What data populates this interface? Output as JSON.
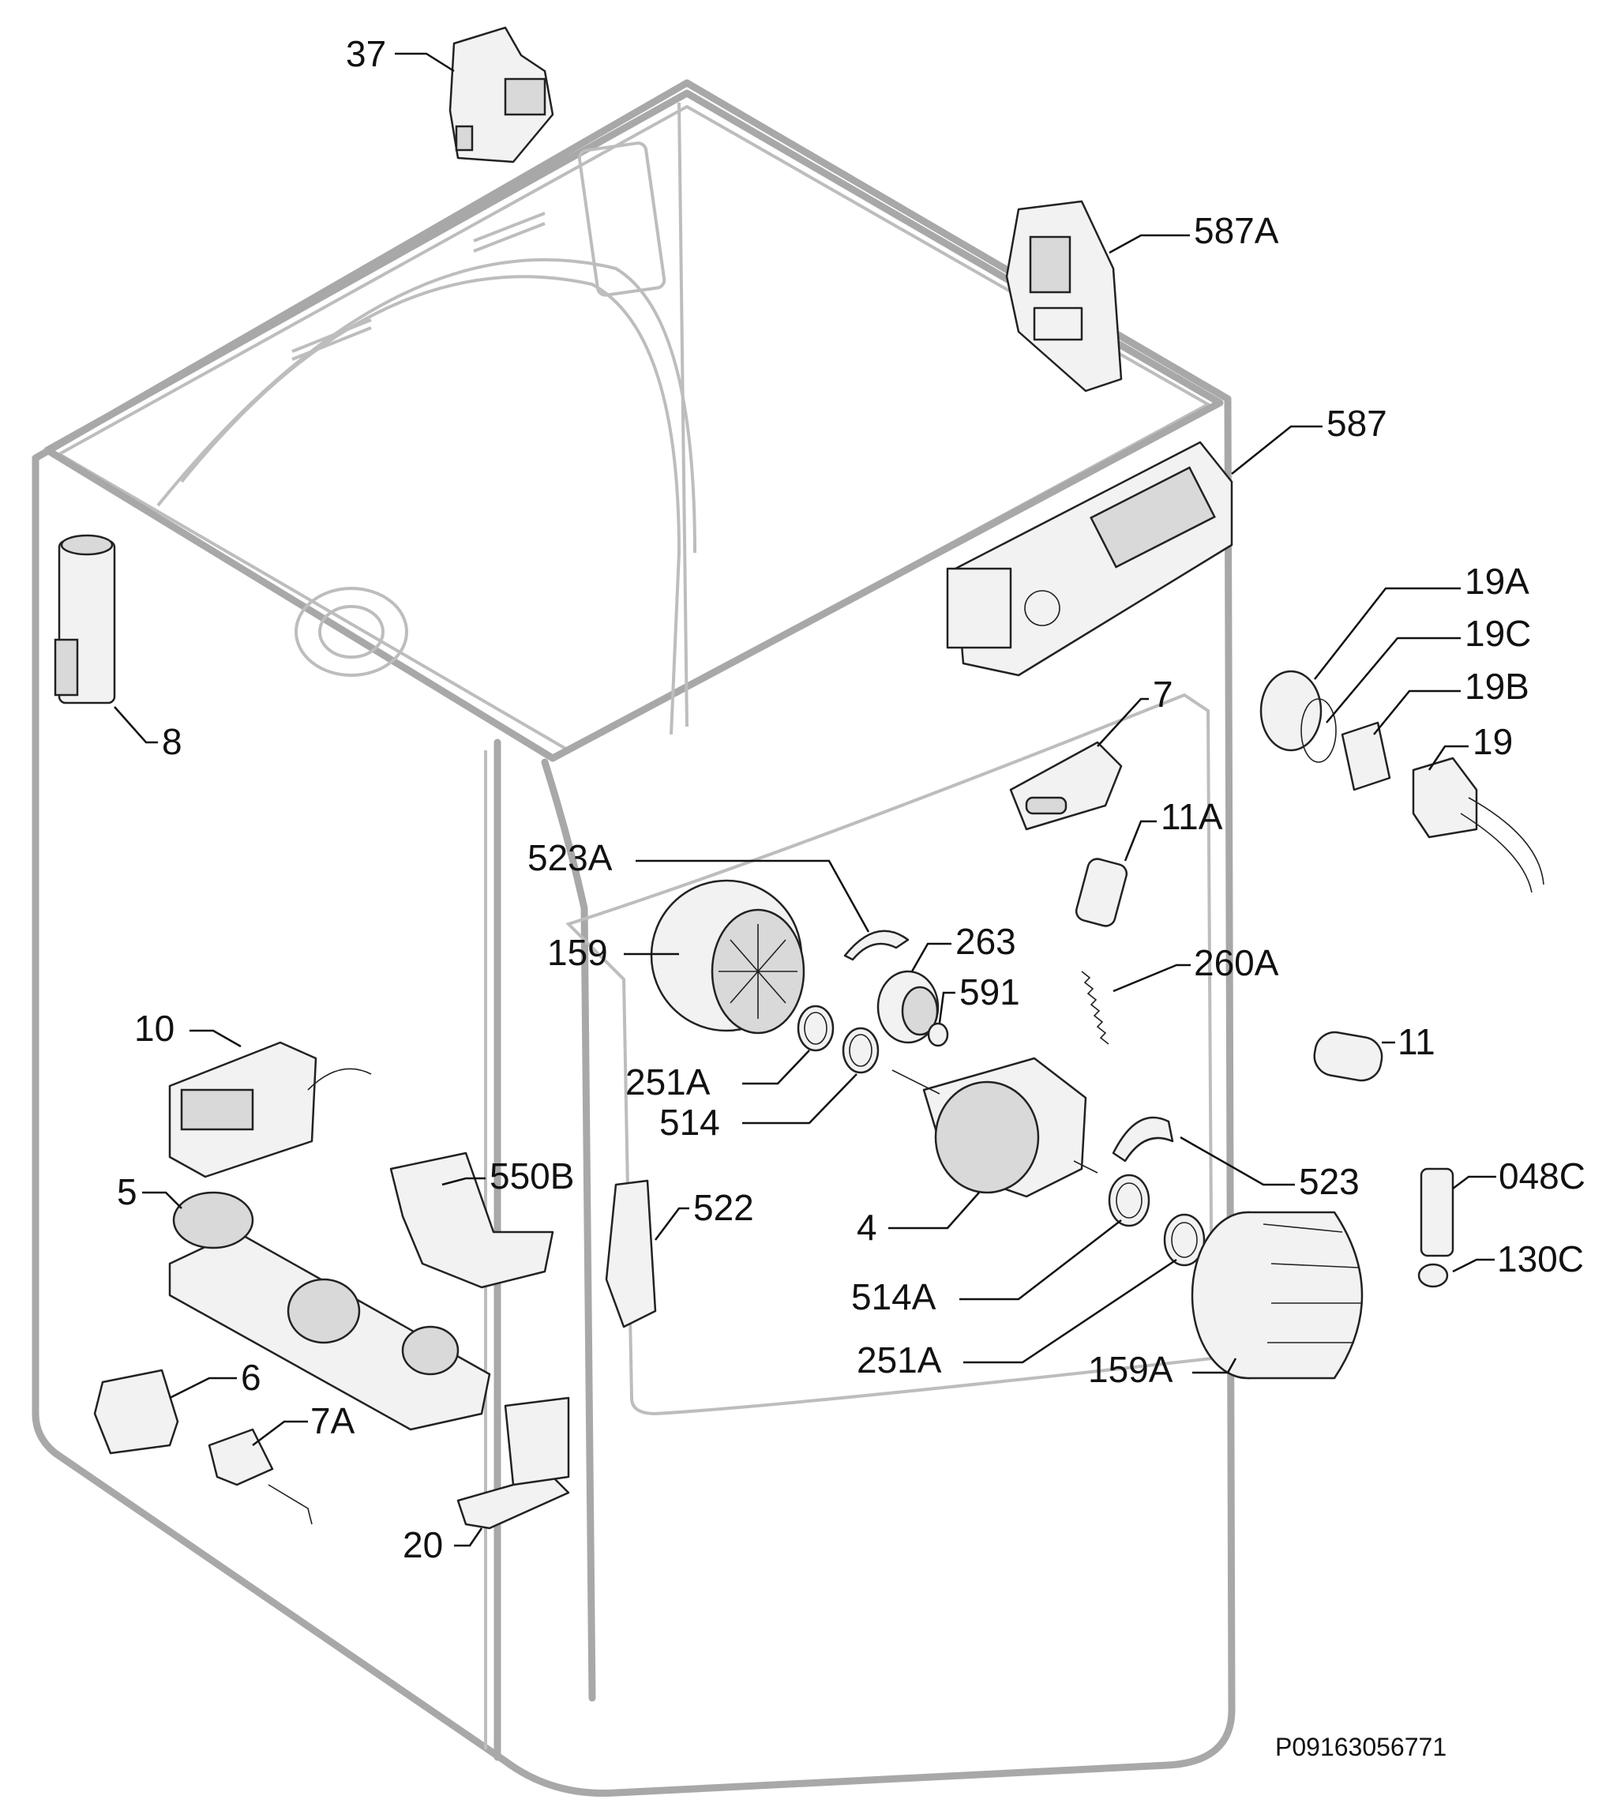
{
  "diagram": {
    "document_id": "P09163056771",
    "callouts": [
      {
        "id": "c37",
        "label": "37"
      },
      {
        "id": "c587A",
        "label": "587A"
      },
      {
        "id": "c587",
        "label": "587"
      },
      {
        "id": "c8",
        "label": "8"
      },
      {
        "id": "c19A",
        "label": "19A"
      },
      {
        "id": "c19C",
        "label": "19C"
      },
      {
        "id": "c19B",
        "label": "19B"
      },
      {
        "id": "c19",
        "label": "19"
      },
      {
        "id": "c7",
        "label": "7"
      },
      {
        "id": "c11A",
        "label": "11A"
      },
      {
        "id": "c523A",
        "label": "523A"
      },
      {
        "id": "c263",
        "label": "263"
      },
      {
        "id": "c159",
        "label": "159"
      },
      {
        "id": "c591",
        "label": "591"
      },
      {
        "id": "c260A",
        "label": "260A"
      },
      {
        "id": "c10",
        "label": "10"
      },
      {
        "id": "c251A1",
        "label": "251A"
      },
      {
        "id": "c11",
        "label": "11"
      },
      {
        "id": "c514",
        "label": "514"
      },
      {
        "id": "c550B",
        "label": "550B"
      },
      {
        "id": "c523",
        "label": "523"
      },
      {
        "id": "c048C",
        "label": "048C"
      },
      {
        "id": "c5",
        "label": "5"
      },
      {
        "id": "c522",
        "label": "522"
      },
      {
        "id": "c4",
        "label": "4"
      },
      {
        "id": "c130C",
        "label": "130C"
      },
      {
        "id": "c514A",
        "label": "514A"
      },
      {
        "id": "c251A2",
        "label": "251A"
      },
      {
        "id": "c159A",
        "label": "159A"
      },
      {
        "id": "c6",
        "label": "6"
      },
      {
        "id": "c7A",
        "label": "7A"
      },
      {
        "id": "c20",
        "label": "20"
      }
    ]
  }
}
